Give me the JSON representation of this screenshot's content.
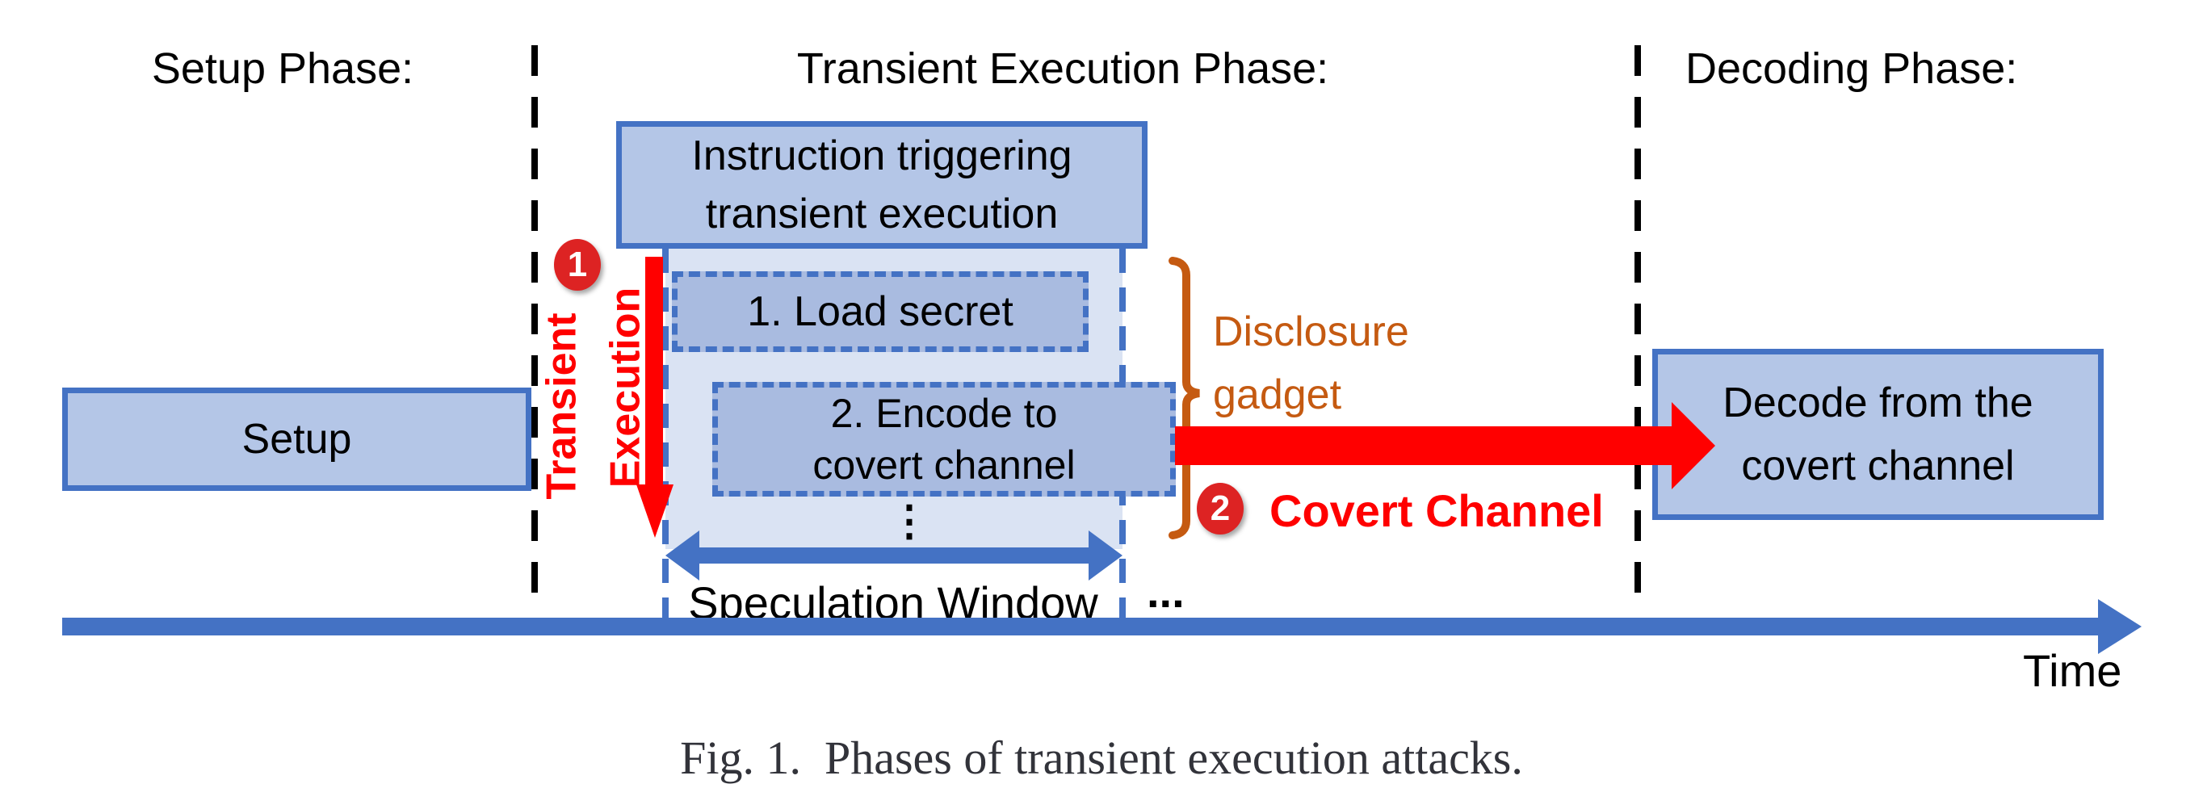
{
  "titles": {
    "setup": "Setup Phase:",
    "transient": "Transient Execution Phase:",
    "decoding": "Decoding Phase:"
  },
  "boxes": {
    "setup": "Setup",
    "instruction_line1": "Instruction triggering",
    "instruction_line2": "transient execution",
    "load_secret": "1. Load secret",
    "encode_line1": "2. Encode to",
    "encode_line2": "covert channel",
    "decode_line1": "Decode from the",
    "decode_line2": "covert channel"
  },
  "labels": {
    "speculation_window": "Speculation Window",
    "ellipsis_vertical": "⋮",
    "ellipsis_horizontal": "...",
    "time": "Time",
    "step1_badge": "1",
    "step2_badge": "2",
    "transient_rotated": "Transient",
    "execution_rotated": "Execution",
    "disclosure_line1": "Disclosure",
    "disclosure_line2": "gadget",
    "covert_channel": "Covert Channel"
  },
  "caption": "Fig. 1.  Phases of transient execution attacks.",
  "colors": {
    "blue": "#4472c4",
    "boxfill": "#b4c6e7",
    "winfill": "#dae3f3",
    "innerfill": "#a9bbe0",
    "red": "#ff0000",
    "badge": "#dd2323",
    "orange": "#c55a11",
    "ink": "#000000",
    "captioncol": "#32333a"
  }
}
